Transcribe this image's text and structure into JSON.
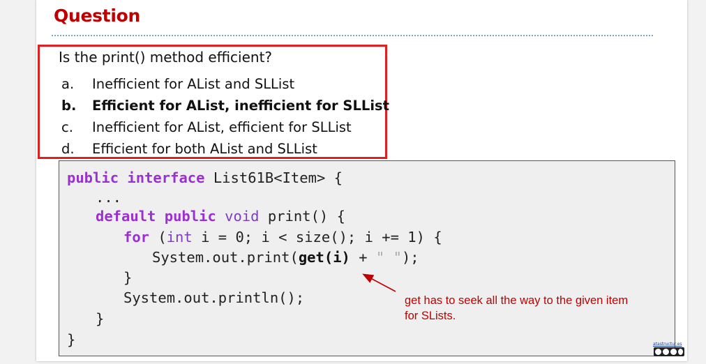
{
  "title": "Question",
  "question": "Is the print() method efficient?",
  "options": [
    {
      "letter": "a.",
      "text": "Inefficient for AList and SLList"
    },
    {
      "letter": "b.",
      "text": "Efficient for AList, inefficient for SLList"
    },
    {
      "letter": "c.",
      "text": "Inefficient for AList, efficient for SLList"
    },
    {
      "letter": "d.",
      "text": "Efficient for both AList and SLList"
    }
  ],
  "code": {
    "l1_kw1": "public",
    "l1_kw2": "interface",
    "l1_rest": " List61B<Item> {",
    "l2": "...",
    "l3_kw1": "default",
    "l3_kw2": "public",
    "l3_type": "void",
    "l3_rest": " print() {",
    "l4_kw": "for",
    "l4_a": " (",
    "l4_type": "int",
    "l4_rest": " i = 0; i < size(); i += 1) {",
    "l5_a": "System.out.print(",
    "l5_bold": "get(i)",
    "l5_b": " + ",
    "l5_str": "\" \"",
    "l5_c": ");",
    "l6": "}",
    "l7": "System.out.println();",
    "l8": "}",
    "l9": "}"
  },
  "annotation": "get has to seek all the way to the given item for SLists.",
  "license": {
    "url": "atastructur.es"
  },
  "colors": {
    "title": "#c00000",
    "box_border": "#e02020",
    "keyword": "#9b30d0",
    "annotation": "#c00000"
  }
}
